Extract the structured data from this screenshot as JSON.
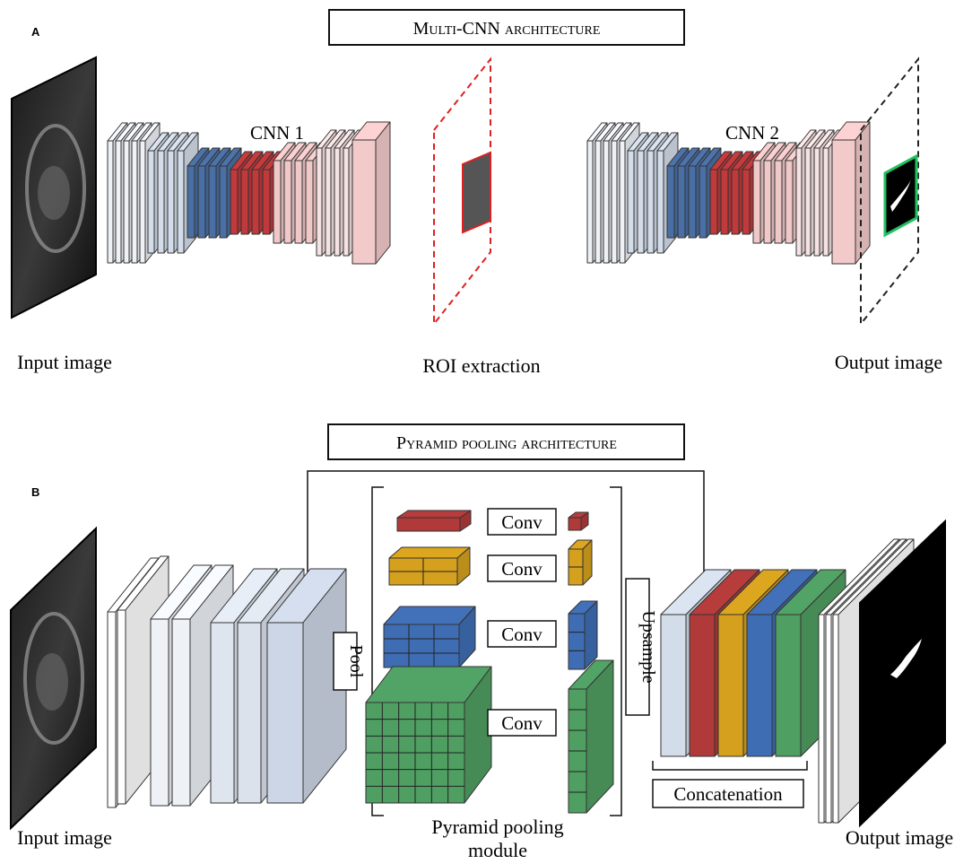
{
  "panel_a": {
    "letter": "A",
    "title": "Multi-CNN architecture",
    "cnn1_label": "CNN 1",
    "cnn2_label": "CNN 2",
    "input_label": "Input image",
    "roi_label": "ROI extraction",
    "output_label": "Output image"
  },
  "panel_b": {
    "letter": "B",
    "title": "Pyramid pooling architecture",
    "input_label": "Input image",
    "pool_label": "Pool",
    "conv_labels": [
      "Conv",
      "Conv",
      "Conv",
      "Conv"
    ],
    "upsample_label": "Upsample",
    "pyramid_label_line1": "Pyramid pooling",
    "pyramid_label_line2": "module",
    "concat_label": "Concatenation",
    "output_label": "Output image"
  },
  "colors": {
    "layer_light": "#eef1f6",
    "layer_blue_light": "#d3dce9",
    "layer_blue": "#4a6fa5",
    "layer_red": "#c0393b",
    "layer_pink": "#f0c8c8",
    "pyramid_red": "#b03a3a",
    "pyramid_gold": "#d4a01e",
    "pyramid_blue": "#3f6db3",
    "pyramid_green": "#4f9e62",
    "roi_border": "#e02020",
    "output_border": "#22c060",
    "dashed_black": "#222222"
  }
}
